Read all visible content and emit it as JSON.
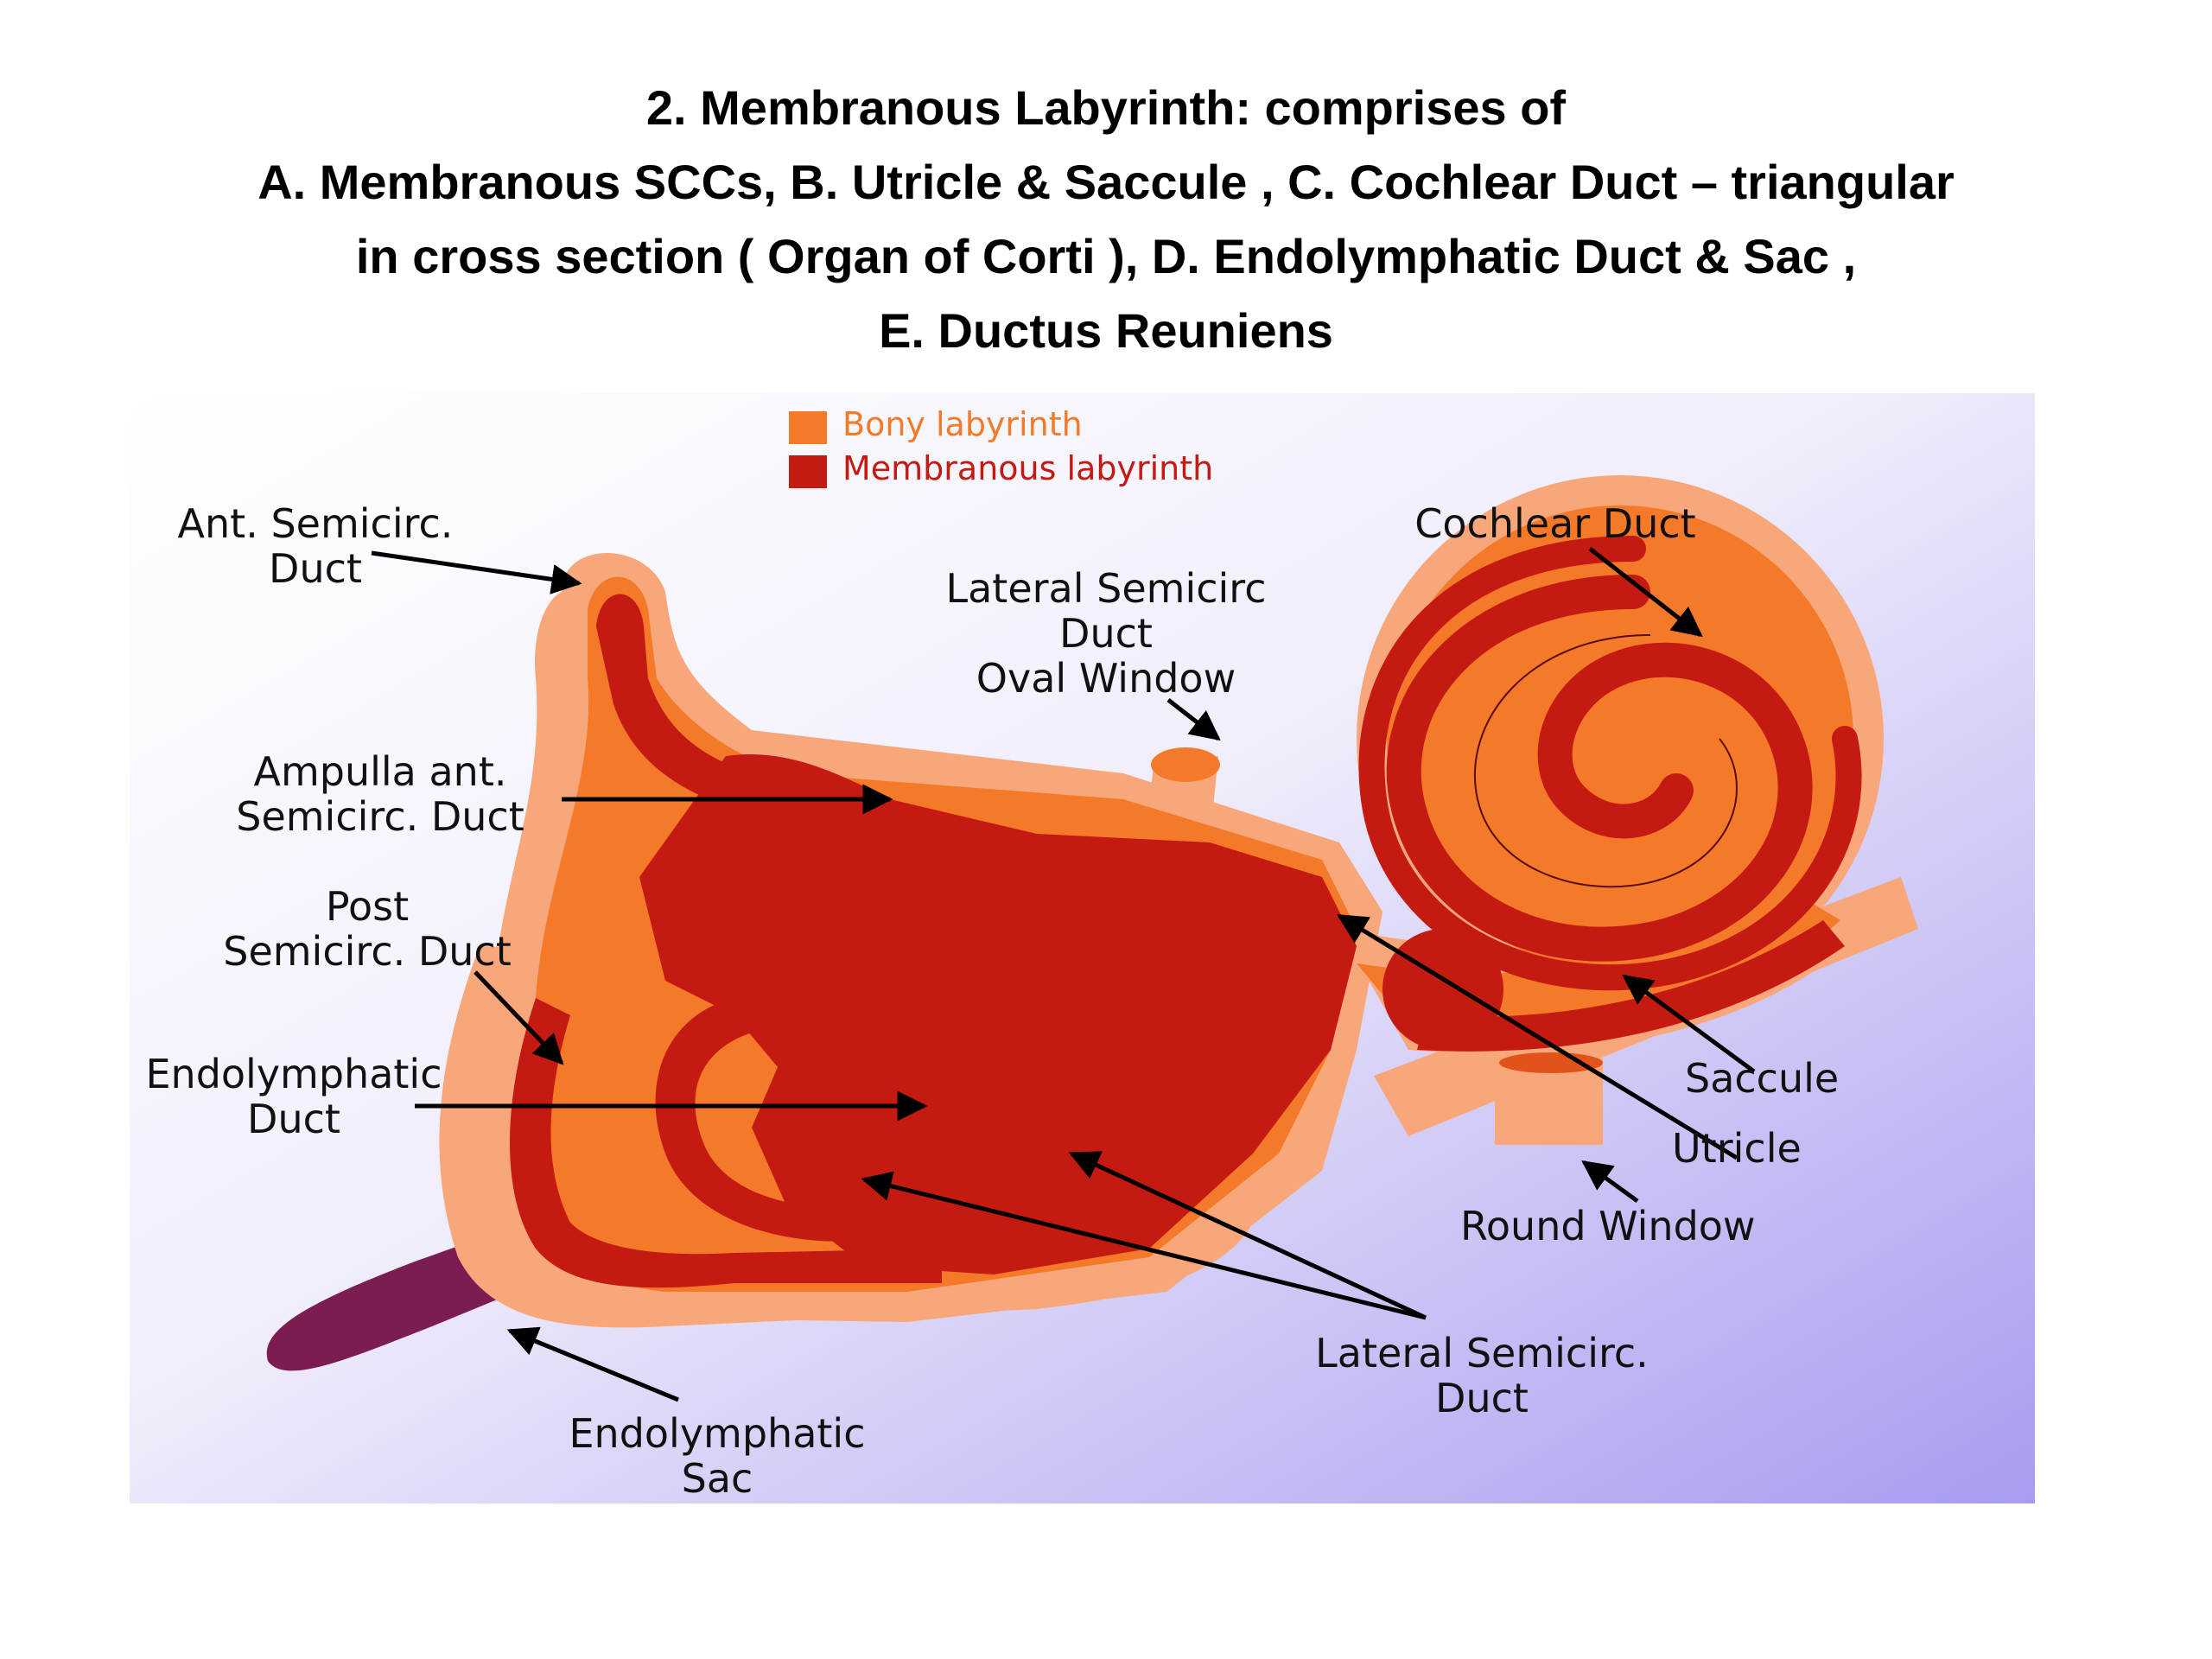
{
  "title": {
    "line1": "2. Membranous Labyrinth: comprises of",
    "line2": "A. Membranous SCCs, B. Utricle & Saccule , C. Cochlear Duct – triangular",
    "line3": "in cross section ( Organ of Corti ), D. Endolymphatic  Duct  & Sac ,",
    "line4": "E. Ductus Reuniens"
  },
  "legend": {
    "bony": "Bony labyrinth",
    "membranous": "Membranous labyrinth",
    "bony_color": "#f47a2a",
    "membranous_color": "#c51a12"
  },
  "labels": {
    "ant_semicirc_1": "Ant. Semicirc.",
    "ant_semicirc_2": "Duct",
    "lateral_top_1": "Lateral Semicirc",
    "lateral_top_2": "Duct",
    "oval_window": "Oval Window",
    "cochlear_duct": "Cochlear Duct",
    "ampulla_1": "Ampulla ant.",
    "ampulla_2": "Semicirc. Duct",
    "post_1": "Post",
    "post_2": "Semicirc. Duct",
    "endo_duct_1": "Endolymphatic",
    "endo_duct_2": "Duct",
    "saccule": "Saccule",
    "utricle": "Utricle",
    "round_window": "Round Window",
    "lateral_bottom_1": "Lateral Semicirc.",
    "lateral_bottom_2": "Duct",
    "endo_sac_1": "Endolymphatic",
    "endo_sac_2": "Sac"
  },
  "colors": {
    "background_start": "#ffffff",
    "background_end": "#a79cf0",
    "bony": "#f8a77a",
    "bony_inner": "#f47a2a",
    "membranous": "#c51a12",
    "sac": "#7c1d52"
  }
}
